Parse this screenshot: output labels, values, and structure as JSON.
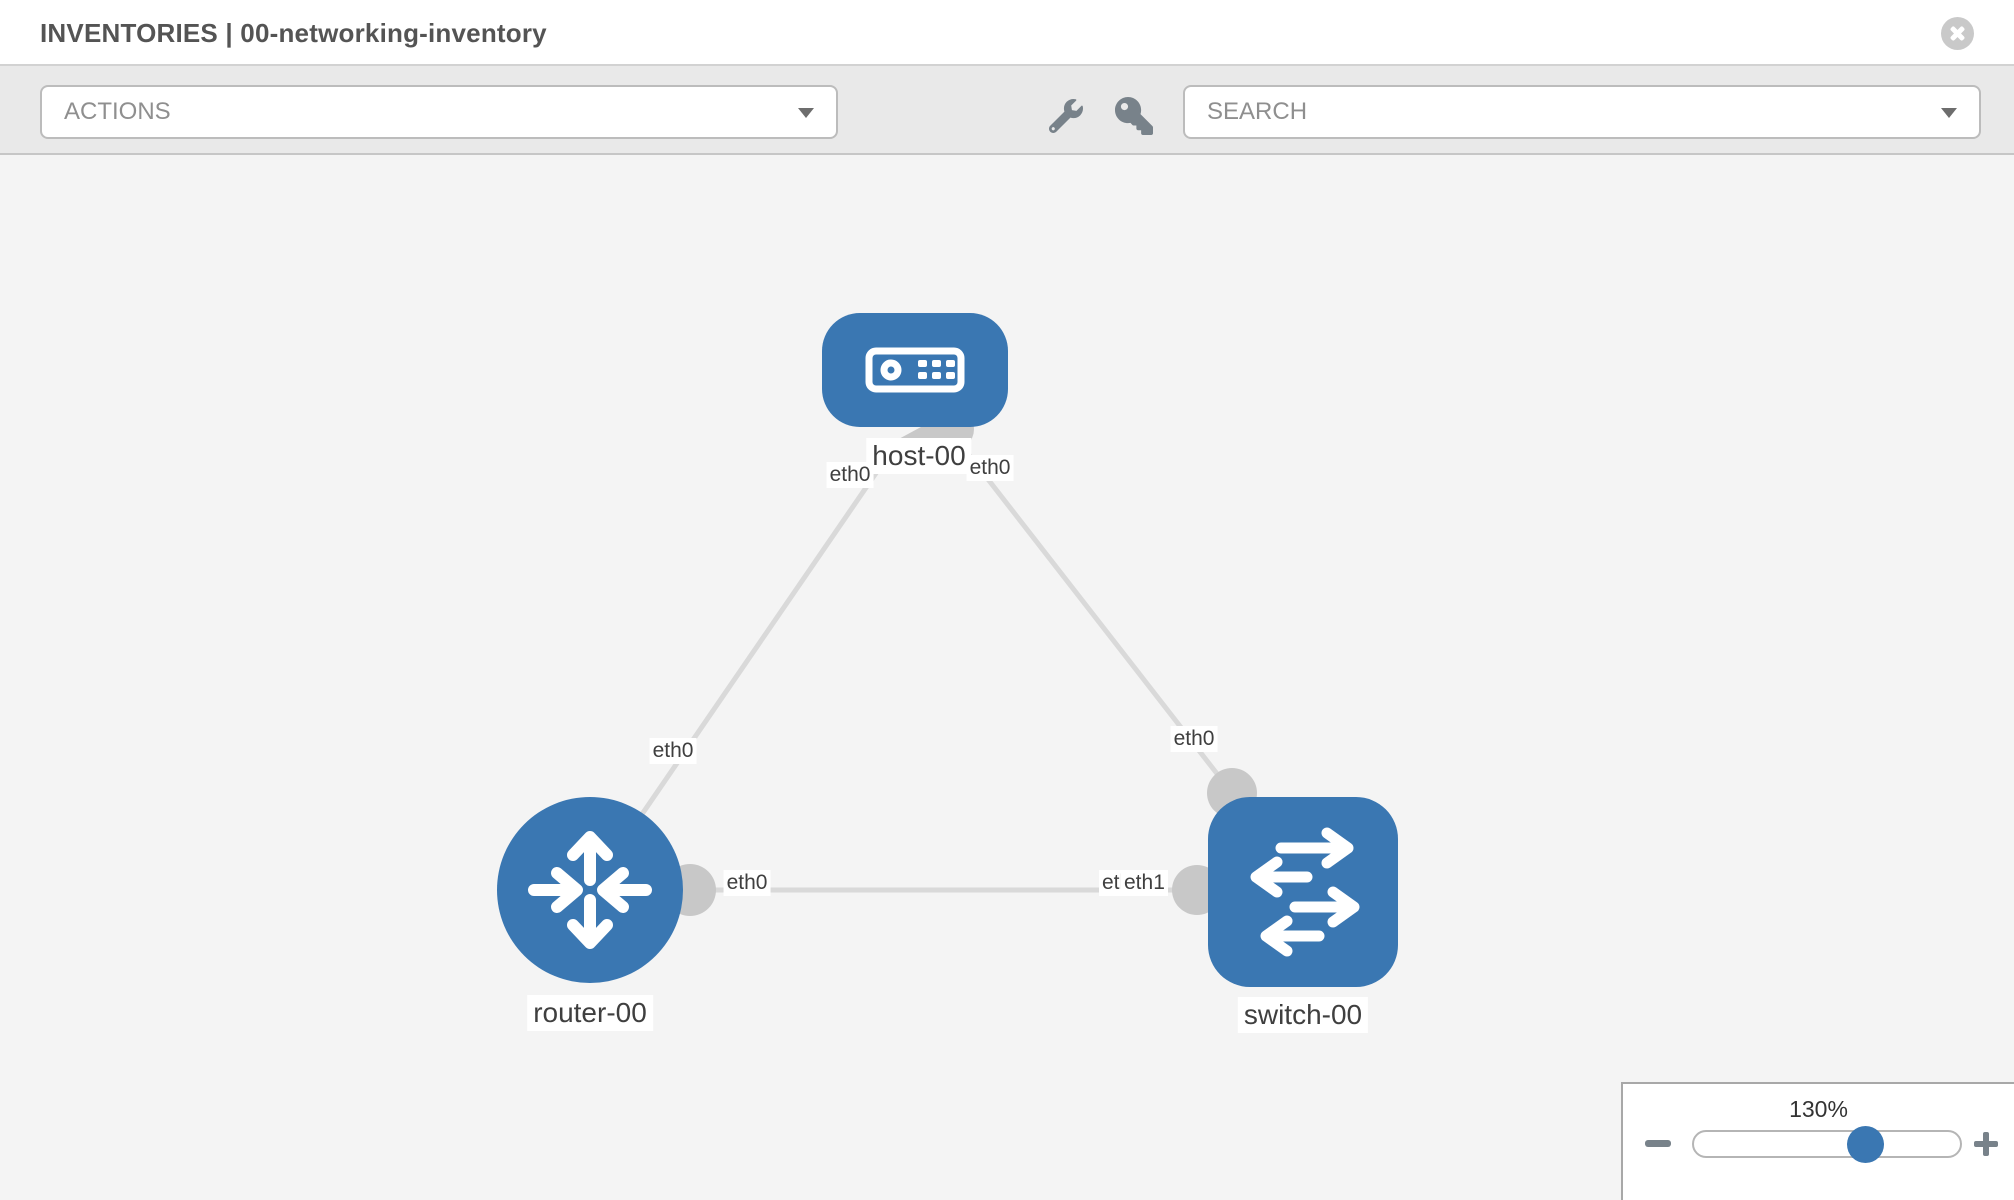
{
  "header": {
    "title": "INVENTORIES | 00-networking-inventory"
  },
  "toolbar": {
    "actions_label": "ACTIONS",
    "search_label": "SEARCH"
  },
  "topology": {
    "nodes": [
      {
        "name": "host-00",
        "type": "host",
        "shape": "rounded-rect",
        "icon": "server-icon"
      },
      {
        "name": "router-00",
        "type": "router",
        "shape": "circle",
        "icon": "router-arrows-icon"
      },
      {
        "name": "switch-00",
        "type": "switch",
        "shape": "rounded-square",
        "icon": "switch-arrows-icon"
      }
    ],
    "links": [
      {
        "from": "router-00",
        "from_interface": "eth0",
        "to": "host-00",
        "to_interface": "eth0"
      },
      {
        "from": "switch-00",
        "from_interface": "eth0",
        "to": "host-00",
        "to_interface": "eth0"
      },
      {
        "from": "router-00",
        "from_interface": "eth0",
        "to": "switch-00",
        "to_interface": "eth1"
      }
    ],
    "middle_link_overlap_labels": [
      "eth0",
      "eth1"
    ]
  },
  "zoom_control": {
    "level": "130%"
  },
  "colors": {
    "node_blue": "#3a77b2",
    "connector_gray": "#c8c8c8",
    "link_gray": "#d9d9d9",
    "canvas_background": "#f4f4f4",
    "toolbar_background": "#e9e9e9"
  }
}
